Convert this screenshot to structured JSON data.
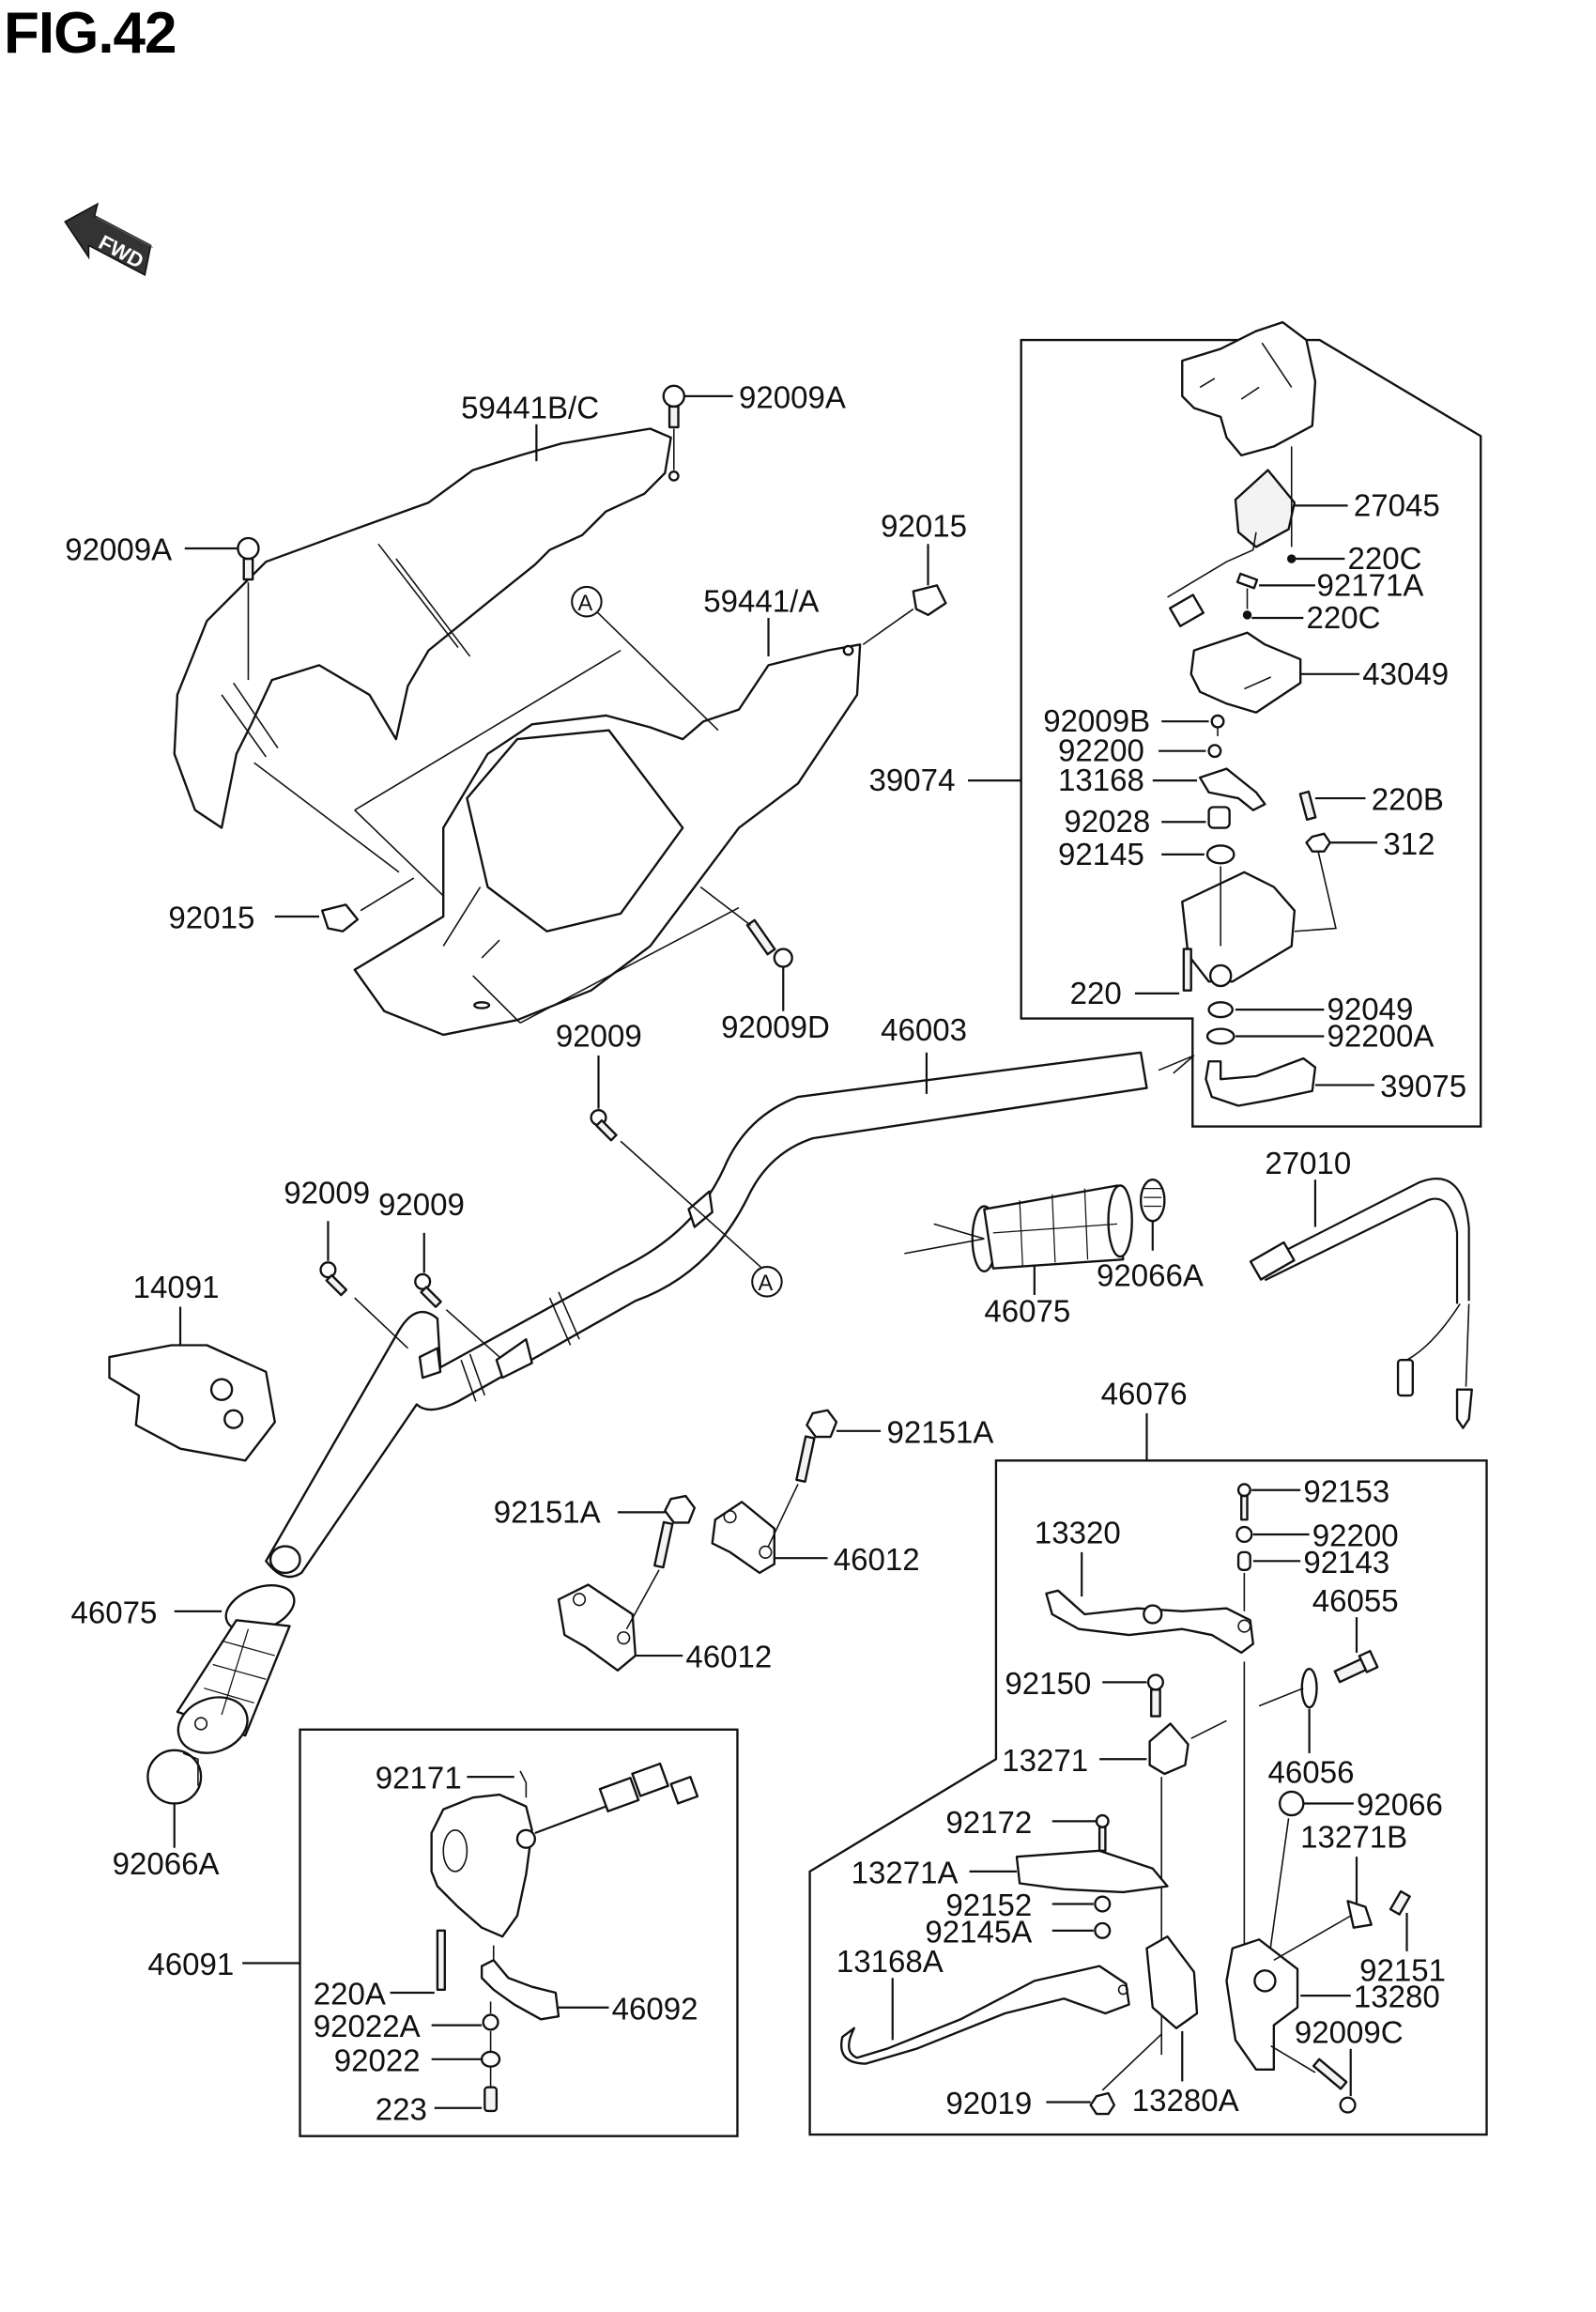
{
  "figure": {
    "title": "FIG.42",
    "direction_badge": "FWD",
    "reference_marker": "A"
  },
  "group_boxes": [
    {
      "id": "39074",
      "label": "39074"
    },
    {
      "id": "46076",
      "label": "46076"
    },
    {
      "id": "46091",
      "label": "46091"
    }
  ],
  "callouts": {
    "c59441bc": "59441B/C",
    "c92009a_top": "92009A",
    "c92009a_left": "92009A",
    "c92015_right": "92015",
    "c59441a": "59441/A",
    "c92015_left": "92015",
    "c92009d": "92009D",
    "c92009_mid": "92009",
    "c46003": "46003",
    "c92009_l1": "92009",
    "c92009_l2": "92009",
    "c14091": "14091",
    "c46075_left": "46075",
    "c92066a_left": "92066A",
    "c92151a_top": "92151A",
    "c92151a_mid": "92151A",
    "c46012_upper": "46012",
    "c46012_lower": "46012",
    "c46075_right": "46075",
    "c92066a_right": "92066A",
    "c27010": "27010",
    "c27045": "27045",
    "c220c_1": "220C",
    "c92171a": "92171A",
    "c220c_2": "220C",
    "c43049": "43049",
    "c92009b": "92009B",
    "c92200_top": "92200",
    "c13168": "13168",
    "c220b": "220B",
    "c92028": "92028",
    "c312": "312",
    "c92145": "92145",
    "c220": "220",
    "c92049": "92049",
    "c92200a": "92200A",
    "c39075": "39075",
    "c92153": "92153",
    "c92200_bot": "92200",
    "c92143": "92143",
    "c13320": "13320",
    "c46055": "46055",
    "c92150": "92150",
    "c13271": "13271",
    "c46056": "46056",
    "c92066": "92066",
    "c92172": "92172",
    "c13271b": "13271B",
    "c13271a": "13271A",
    "c92152": "92152",
    "c92145a": "92145A",
    "c13168a": "13168A",
    "c92151": "92151",
    "c13280": "13280",
    "c92009c": "92009C",
    "c92019": "92019",
    "c13280a": "13280A",
    "c92171": "92171",
    "c220a": "220A",
    "c92022a": "92022A",
    "c92022": "92022",
    "c223": "223",
    "c46092": "46092"
  },
  "icons": {
    "direction": "fwd-arrow-icon",
    "reference": "circled-letter-icon"
  },
  "colors": {
    "ink": "#111111",
    "paper": "#ffffff"
  }
}
